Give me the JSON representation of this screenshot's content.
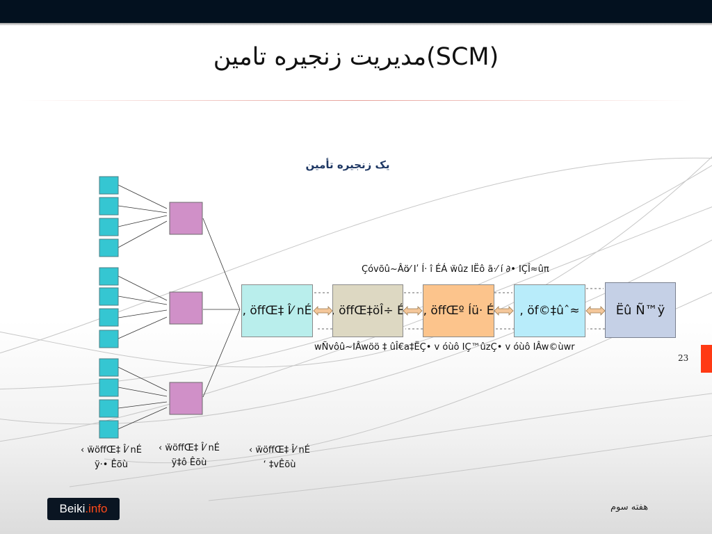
{
  "slide": {
    "title": "مدیریت زنجیره تامین(SCM)",
    "subtitle": "یک زنجیره تأمین",
    "page_number": "23",
    "footer_text": "هفته سوم"
  },
  "brand": {
    "main": "Beiki",
    "tld": ".info",
    "accent_color": "#ff4a1a"
  },
  "diagram": {
    "stages": [
      {
        "label": ", öffŒ‡ Î⁄ nÉ",
        "color": "#b9eeec"
      },
      {
        "label": ", öffŒ‡öÎ÷ É",
        "color": "#ddd8c2"
      },
      {
        "label": ", öffŒº Íü· É",
        "color": "#fcc48c"
      },
      {
        "label": ", öf©‡ûˆ≈",
        "color": "#b8ecfa"
      }
    ],
    "final_label": "Ëû Ñ™ÿ",
    "info_flow_label": "Çóvõû~Âö⁄ Iʹ Í· î ÉÁ ẅûz IËô ã·⁄ í ∂• IÇÎ≈ûπ",
    "material_flow_label": "wÑvôû~IÂwöö ‡ ûÎ€a‡ËÇ• v óùô IÇ™ûzÇ• v óùô IÂw©ùwr",
    "tier_labels": [
      {
        "line1": "‹ ẅöffŒ‡ Î⁄ nÉ",
        "line2": "ÿ·• Êõù"
      },
      {
        "line1": "‹ ẅöffŒ‡ Î⁄ nÉ",
        "line2": "ÿ‡ô Êõù"
      },
      {
        "line1": "‹ ẅöffŒ‡ Î⁄ nÉ",
        "line2": "‘ ‡vÊõù"
      }
    ],
    "colors": {
      "tier3_supplier": "#35c6d2",
      "tier2_supplier": "#d090c8",
      "connector_arrow": "#f4c79a"
    }
  }
}
